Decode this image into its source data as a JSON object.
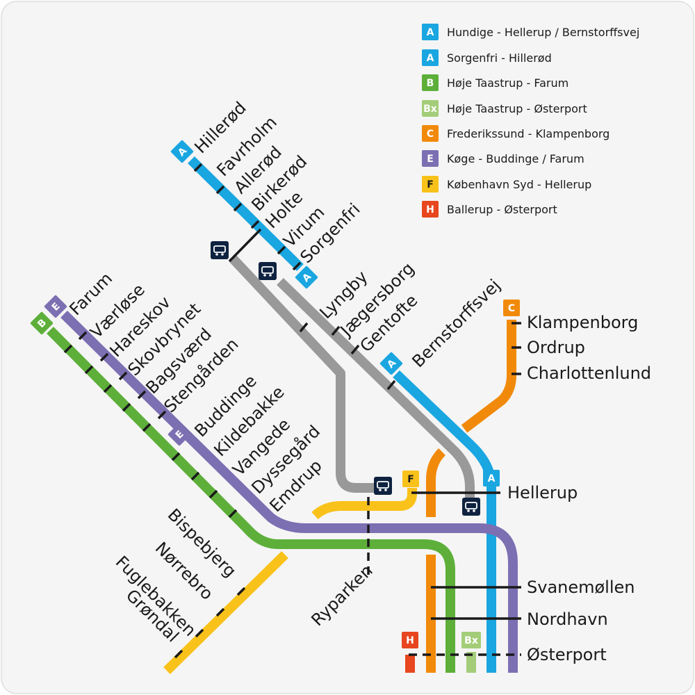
{
  "colors": {
    "A": "#1aa6e0",
    "B": "#5daf3a",
    "Bx": "#a3cd78",
    "C": "#f18a0a",
    "E": "#7c6fb2",
    "F": "#f9c21b",
    "H": "#e8461f",
    "gray": "#999999",
    "bus": "#0f2340",
    "background": "#f5f5f5"
  },
  "legend": [
    {
      "badge": "A",
      "color": "#1aa6e0",
      "label": "Hundige - Hellerup / Bernstorffsvej"
    },
    {
      "badge": "A",
      "color": "#1aa6e0",
      "label": "Sorgenfri - Hillerød"
    },
    {
      "badge": "B",
      "color": "#5daf3a",
      "label": "Høje Taastrup - Farum"
    },
    {
      "badge": "Bx",
      "color": "#a3cd78",
      "label": "Høje Taastrup - Østerport"
    },
    {
      "badge": "C",
      "color": "#f18a0a",
      "label": "Frederikssund - Klampenborg"
    },
    {
      "badge": "E",
      "color": "#7c6fb2",
      "label": "Køge - Buddinge / Farum"
    },
    {
      "badge": "F",
      "color": "#f9c21b",
      "label": "København Syd - Hellerup"
    },
    {
      "badge": "H",
      "color": "#e8461f",
      "label": "Ballerup - Østerport"
    }
  ],
  "badges": {
    "A": "A",
    "B": "B",
    "Bx": "Bx",
    "C": "C",
    "E": "E",
    "F": "F",
    "H": "H"
  },
  "stations": {
    "hillerod": "Hillerød",
    "favrholm": "Favrholm",
    "allerod": "Allerød",
    "birkerod": "Birkerød",
    "holte": "Holte",
    "virum": "Virum",
    "sorgenfri": "Sorgenfri",
    "lyngby": "Lyngby",
    "jaegersborg": "Jægersborg",
    "gentofte": "Gentofte",
    "bernstorffsvej": "Bernstorffsvej",
    "klampenborg": "Klampenborg",
    "ordrup": "Ordrup",
    "charlottenlund": "Charlottenlund",
    "hellerup": "Hellerup",
    "farum": "Farum",
    "vaerlose": "Værløse",
    "hareskov": "Hareskov",
    "skovbrynet": "Skovbrynet",
    "bagsvaerd": "Bagsværd",
    "stengaarden": "Stengården",
    "buddinge": "Buddinge",
    "kildebakke": "Kildebakke",
    "vangede": "Vangede",
    "dyssegaard": "Dyssegård",
    "emdrup": "Emdrup",
    "bispebjerg": "Bispebjerg",
    "norrebro": "Nørrebro",
    "fuglebakken": "Fuglebakken",
    "grondal": "Grøndal",
    "ryparken": "Ryparken",
    "svanemollen": "Svanemøllen",
    "nordhavn": "Nordhavn",
    "osterport": "Østerport"
  }
}
